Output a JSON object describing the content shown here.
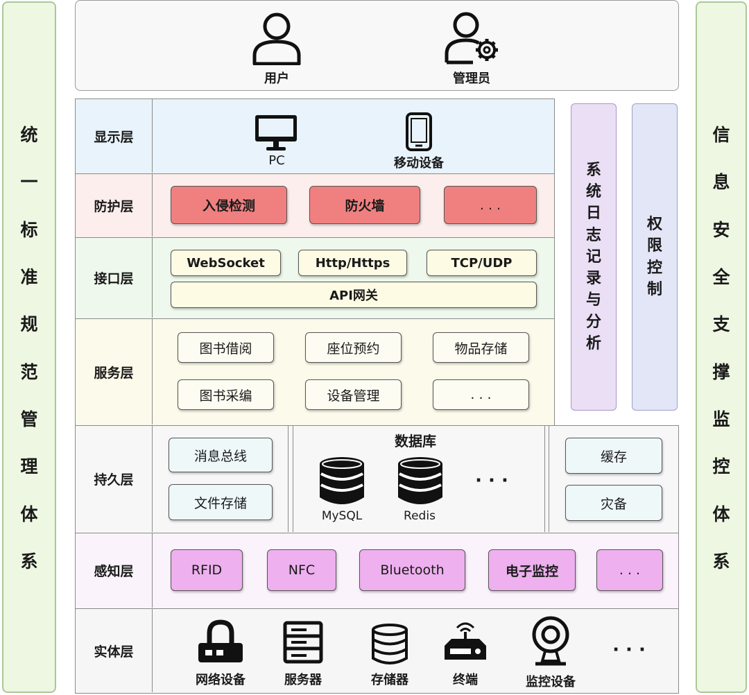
{
  "left_column": {
    "chars": [
      "统",
      "一",
      "标",
      "准",
      "规",
      "范",
      "管",
      "理",
      "体",
      "系"
    ]
  },
  "right_column": {
    "chars": [
      "信",
      "息",
      "安",
      "全",
      "支",
      "撑",
      "监",
      "控",
      "体",
      "系"
    ]
  },
  "log_column": {
    "chars": [
      "系",
      "统",
      "日",
      "志",
      "记",
      "录",
      "与",
      "分",
      "析"
    ]
  },
  "auth_column": {
    "chars": [
      "权",
      "限",
      "控",
      "制"
    ]
  },
  "top": {
    "user": {
      "label": "用户",
      "icon": "user-icon"
    },
    "admin": {
      "label": "管理员",
      "icon": "admin-gear-icon"
    }
  },
  "layers": {
    "display": {
      "label": "显示层",
      "pc": "PC",
      "mobile": "移动设备"
    },
    "protect": {
      "label": "防护层",
      "items": [
        "入侵检测",
        "防火墙",
        ". . ."
      ]
    },
    "interface": {
      "label": "接口层",
      "items": [
        "WebSocket",
        "Http/Https",
        "TCP/UDP"
      ],
      "gateway": "API网关"
    },
    "service": {
      "label": "服务层",
      "row1": [
        "图书借阅",
        "座位预约",
        "物品存储"
      ],
      "row2": [
        "图书采编",
        "设备管理",
        ". . ."
      ]
    },
    "persist": {
      "label": "持久层",
      "left": [
        "消息总线",
        "文件存储"
      ],
      "db_title": "数据库",
      "db1": "MySQL",
      "db2": "Redis",
      "db_more": "· · ·",
      "right": [
        "缓存",
        "灾备"
      ]
    },
    "sense": {
      "label": "感知层",
      "items": [
        "RFID",
        "NFC",
        "Bluetooth",
        "电子监控",
        ". . ."
      ]
    },
    "entity": {
      "label": "实体层",
      "items": [
        "网络设备",
        "服务器",
        "存储器",
        "终端",
        "监控设备"
      ],
      "more": "· · ·"
    }
  },
  "colors": {
    "green_side": "#eef7e2",
    "display_bg": "#e8f3fb",
    "protect_bg": "#fbeeec",
    "protect_box": "#f08080",
    "interface_bg": "#eef8ec",
    "service_bg": "#fcfaea",
    "sense_box": "#eeb0ee",
    "log_col": "#eadff5",
    "auth_col": "#e3e6f7"
  }
}
